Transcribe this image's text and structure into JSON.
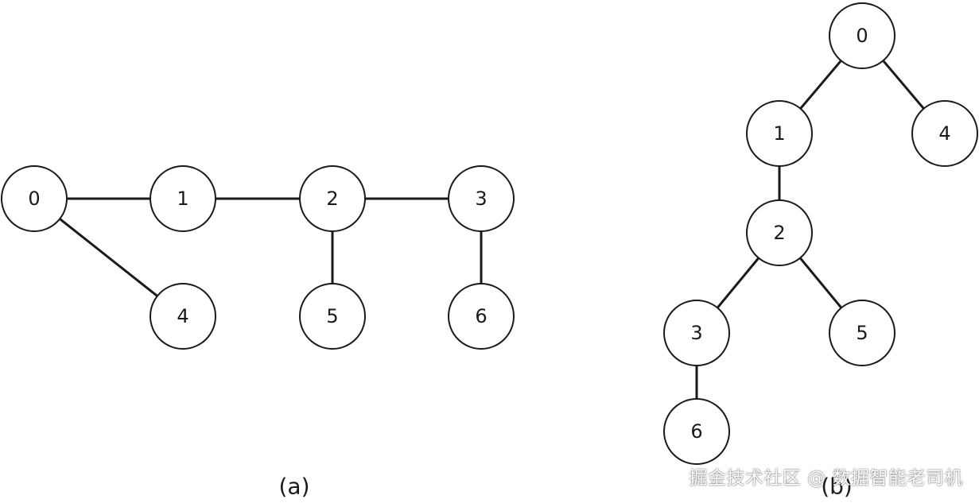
{
  "graph_a": {
    "caption": "(a)",
    "nodes": [
      {
        "id": "a0",
        "label": "0"
      },
      {
        "id": "a1",
        "label": "1"
      },
      {
        "id": "a2",
        "label": "2"
      },
      {
        "id": "a3",
        "label": "3"
      },
      {
        "id": "a4",
        "label": "4"
      },
      {
        "id": "a5",
        "label": "5"
      },
      {
        "id": "a6",
        "label": "6"
      }
    ],
    "edges": [
      [
        "a0",
        "a1"
      ],
      [
        "a1",
        "a2"
      ],
      [
        "a2",
        "a3"
      ],
      [
        "a0",
        "a4"
      ],
      [
        "a2",
        "a5"
      ],
      [
        "a3",
        "a6"
      ]
    ]
  },
  "graph_b": {
    "caption": "(b)",
    "nodes": [
      {
        "id": "b0",
        "label": "0"
      },
      {
        "id": "b1",
        "label": "1"
      },
      {
        "id": "b4",
        "label": "4"
      },
      {
        "id": "b2",
        "label": "2"
      },
      {
        "id": "b3",
        "label": "3"
      },
      {
        "id": "b5",
        "label": "5"
      },
      {
        "id": "b6",
        "label": "6"
      }
    ],
    "edges": [
      [
        "b0",
        "b1"
      ],
      [
        "b0",
        "b4"
      ],
      [
        "b1",
        "b2"
      ],
      [
        "b2",
        "b3"
      ],
      [
        "b2",
        "b5"
      ],
      [
        "b3",
        "b6"
      ]
    ]
  },
  "watermark": "掘金技术社区 @ 数据智能老司机",
  "colors": {
    "stroke": "#1a1a1a",
    "fill": "#ffffff"
  }
}
